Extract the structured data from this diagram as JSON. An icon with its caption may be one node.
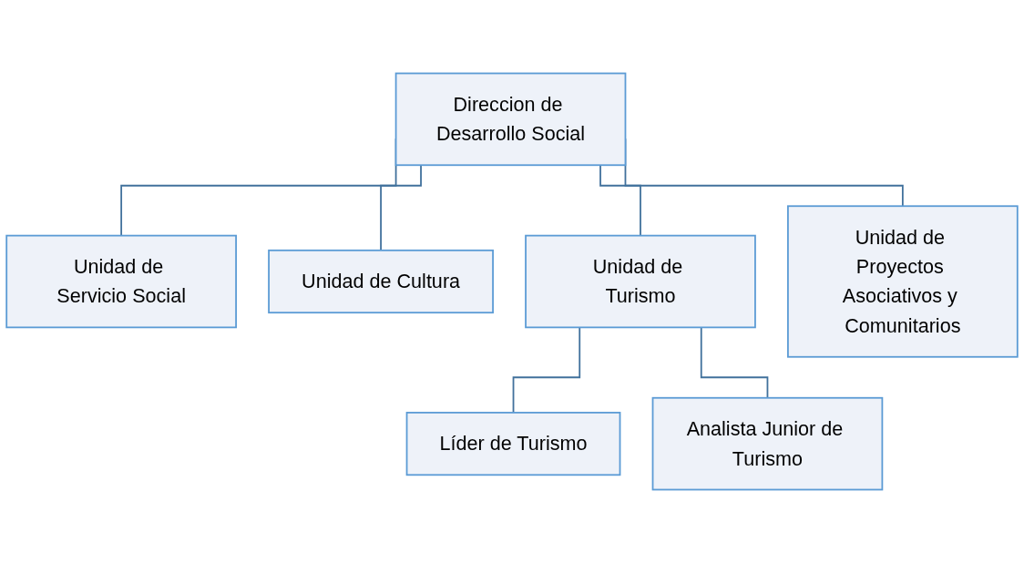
{
  "diagram": {
    "nodes": [
      {
        "text": [
          "Direccion de Desarrollo Social"
        ]
      },
      {
        "text": [
          "Unidad de Servicio Social"
        ]
      },
      {
        "text": [
          "Unidad de Cultura"
        ]
      },
      {
        "text": [
          "Unidad de Turismo"
        ]
      },
      {
        "text": [
          "Unidad de Proyectos Asociativos y Comunitarios"
        ]
      },
      {
        "text": [
          "Líder de Turismo"
        ]
      },
      {
        "text": [
          "Analista Junior de Turismo"
        ]
      }
    ],
    "edges": [
      {
        "from": 0,
        "to": 1,
        "arrow": "none"
      },
      {
        "from": 0,
        "to": 2,
        "arrow": "none"
      },
      {
        "from": 0,
        "to": 3,
        "arrow": "none"
      },
      {
        "from": 0,
        "to": 4,
        "arrow": "none"
      },
      {
        "from": 3,
        "to": 5,
        "arrow": "none"
      },
      {
        "from": 3,
        "to": 6,
        "arrow": "none"
      }
    ]
  }
}
